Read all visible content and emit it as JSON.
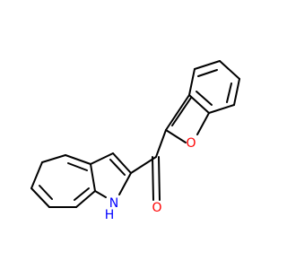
{
  "molecule": {
    "atoms": {
      "oxygen_ring": {
        "symbol": "O",
        "color": "#ff0000"
      },
      "oxygen_carbonyl": {
        "symbol": "O",
        "color": "#ff0000"
      },
      "nitrogen": {
        "symbol": "N",
        "color": "#0000ff"
      },
      "nitrogen_h": {
        "symbol": "H",
        "color": "#0000ff"
      }
    }
  }
}
